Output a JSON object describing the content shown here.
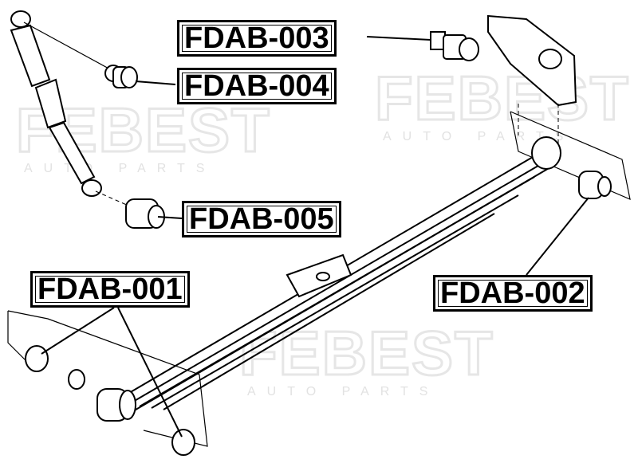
{
  "watermark": {
    "brand": "FEBEST",
    "tagline": "AUTO PARTS"
  },
  "labels": [
    {
      "id": "fdab-003",
      "text": "FDAB-003"
    },
    {
      "id": "fdab-004",
      "text": "FDAB-004"
    },
    {
      "id": "fdab-005",
      "text": "FDAB-005"
    },
    {
      "id": "fdab-001",
      "text": "FDAB-001"
    },
    {
      "id": "fdab-002",
      "text": "FDAB-002"
    }
  ]
}
